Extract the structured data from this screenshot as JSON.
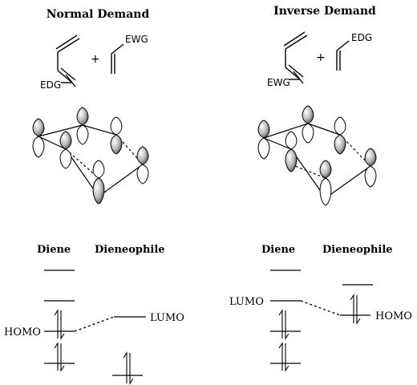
{
  "colors": {
    "ink": "#000000",
    "lobe_shade": "#9a9a9a",
    "background": "#ffffff"
  },
  "panels": [
    {
      "title": "Normal Demand",
      "substituent_top": "EWG",
      "substituent_bottom": "EDG",
      "plus": "+",
      "diene_label": "Diene",
      "dienophile_label": "Dieneophile",
      "homo_label": "HOMO",
      "lumo_label": "LUMO"
    },
    {
      "title": "Inverse Demand",
      "substituent_top": "EDG",
      "substituent_bottom": "EWG",
      "plus": "+",
      "diene_label": "Diene",
      "dienophile_label": "Dieneophile",
      "homo_label": "HOMO",
      "lumo_label": "LUMO"
    }
  ]
}
